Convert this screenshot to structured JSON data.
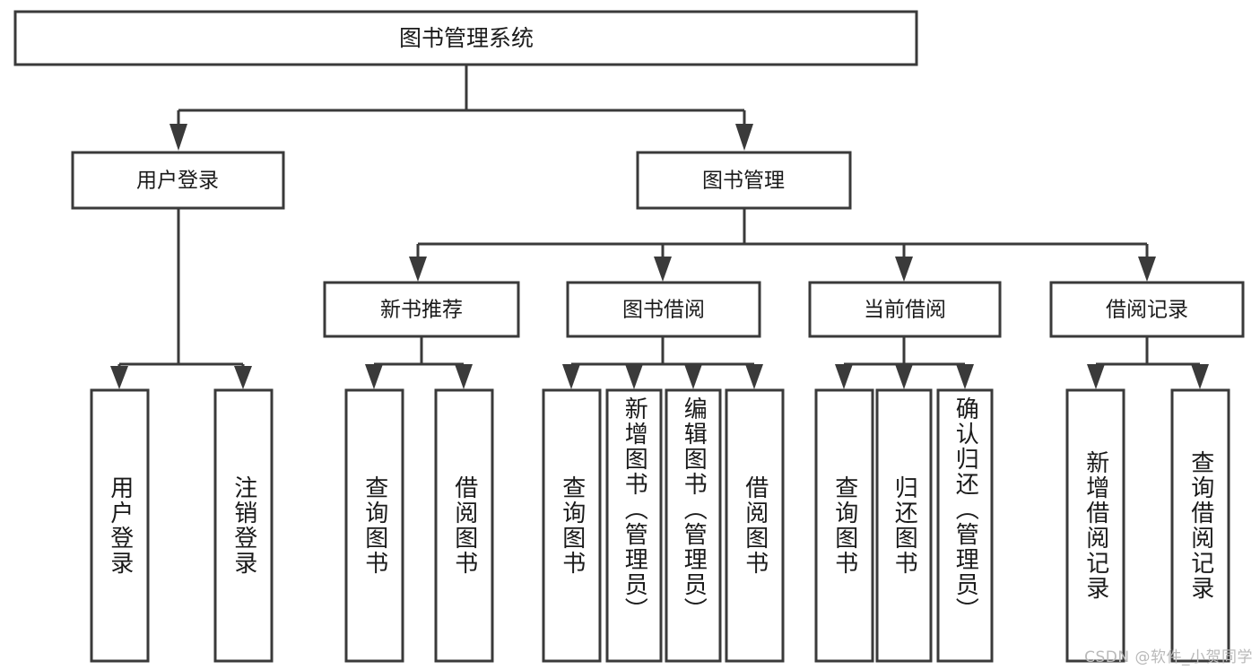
{
  "diagram": {
    "title": "图书管理系统",
    "type": "hierarchy-tree",
    "watermark": "CSDN @软件_小贺同学",
    "colors": {
      "stroke": "#3a3a3a",
      "fill": "#ffffff",
      "text": "#1a1a1a",
      "watermark": "#b9b9b9"
    },
    "levels": {
      "root": {
        "label": "图书管理系统"
      },
      "level2": [
        {
          "label": "用户登录"
        },
        {
          "label": "图书管理"
        }
      ],
      "level3": [
        {
          "label": "新书推荐"
        },
        {
          "label": "图书借阅"
        },
        {
          "label": "当前借阅"
        },
        {
          "label": "借阅记录"
        }
      ]
    },
    "leaves": {
      "user_login": [
        {
          "label": "用户登录"
        },
        {
          "label": "注销登录"
        }
      ],
      "new_book_recommend": [
        {
          "label": "查询图书"
        },
        {
          "label": "借阅图书"
        }
      ],
      "book_borrow": [
        {
          "label": "查询图书"
        },
        {
          "label": "新增图书（管理员）"
        },
        {
          "label": "编辑图书（管理员）"
        },
        {
          "label": "借阅图书"
        }
      ],
      "current_borrow": [
        {
          "label": "查询图书"
        },
        {
          "label": "归还图书"
        },
        {
          "label": "确认归还（管理员）"
        }
      ],
      "borrow_record": [
        {
          "label": "新增借阅记录"
        },
        {
          "label": "查询借阅记录"
        }
      ]
    }
  }
}
